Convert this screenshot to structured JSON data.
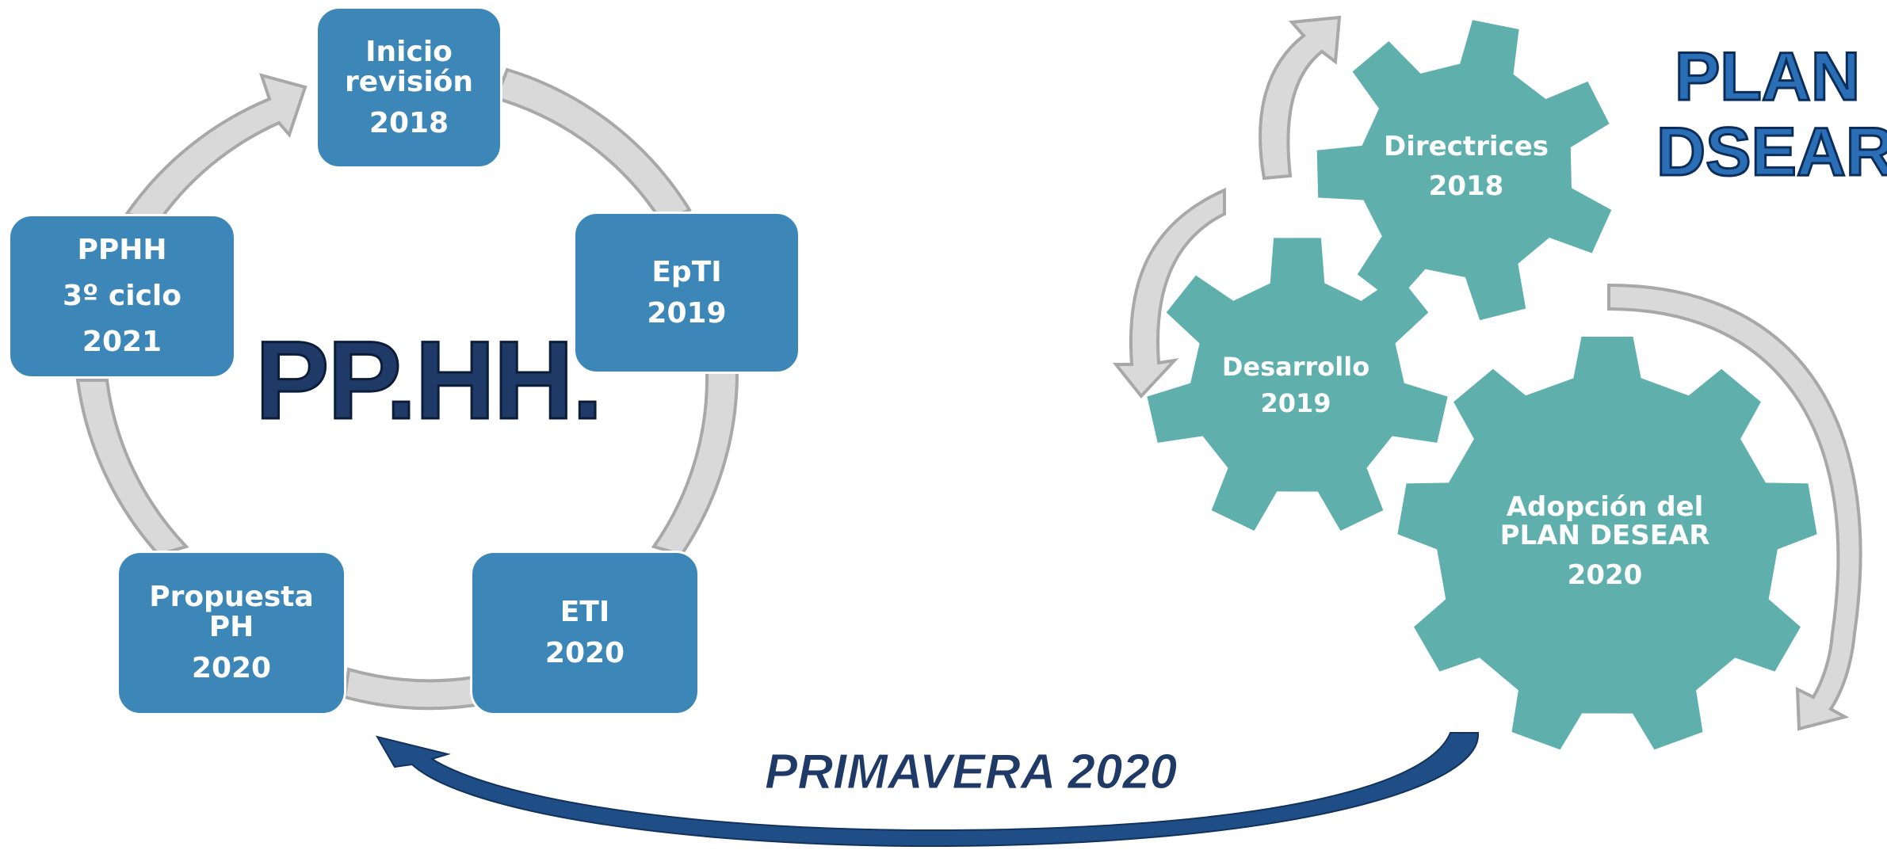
{
  "pphh_cycle": {
    "title": "PP.HH.",
    "steps": [
      {
        "line1": "Inicio",
        "line2": "revisión",
        "year": "2018"
      },
      {
        "line1": "EpTI",
        "line2": "",
        "year": "2019"
      },
      {
        "line1": "ETI",
        "line2": "",
        "year": "2020"
      },
      {
        "line1": "Propuesta",
        "line2": "PH",
        "year": "2020"
      },
      {
        "line1": "PPHH",
        "line2": "3º ciclo",
        "year": "2021"
      }
    ]
  },
  "plan_dsear": {
    "title_line1": "PLAN",
    "title_line2": "DSEAR",
    "gears": [
      {
        "line1": "Directrices",
        "line2": "",
        "year": "2018"
      },
      {
        "line1": "Desarrollo",
        "line2": "",
        "year": "2019"
      },
      {
        "line1": "Adopción del",
        "line2": "PLAN DESEAR",
        "year": "2020"
      }
    ]
  },
  "connector": {
    "label": "PRIMAVERA 2020"
  },
  "colors": {
    "box_blue": "#3c86b8",
    "gear_teal": "#5fb0ad",
    "arrow_gray": "#d9d9d9",
    "title_navy": "#1f3a66",
    "plan_blue": "#2a6fb6"
  }
}
